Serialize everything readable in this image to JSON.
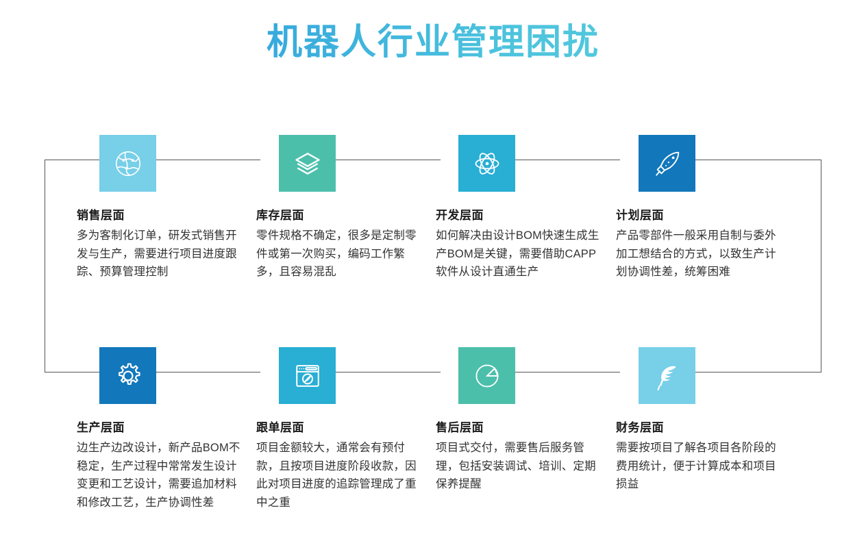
{
  "title": "机器人行业管理困扰",
  "colors": {
    "title_gradient_start": "#2a8fd4",
    "title_gradient_end": "#5ed3dd",
    "connector": "#555555",
    "heading_text": "#1a1a1a",
    "body_text": "#333333"
  },
  "cards": [
    {
      "id": "sales",
      "icon": "globe-network-icon",
      "icon_bg": "#77cfe8",
      "heading": "销售层面",
      "body": "多为客制化订单，研发式销售开发与生产，需要进行项目进度跟踪、预算管理控制"
    },
    {
      "id": "inventory",
      "icon": "layers-stack-icon",
      "icon_bg": "#4cbfab",
      "heading": "库存层面",
      "body": "零件规格不确定，很多是定制零件或第一次购买，编码工作繁多，且容易混乱"
    },
    {
      "id": "development",
      "icon": "atom-icon",
      "icon_bg": "#29aed4",
      "heading": "开发层面",
      "body": "如何解决由设计BOM快速生成生产BOM是关键，需要借助CAPP软件从设计直通生产"
    },
    {
      "id": "planning",
      "icon": "rocket-icon",
      "icon_bg": "#1277bb",
      "heading": "计划层面",
      "body": "产品零部件一般采用自制与委外加工想结合的方式，以致生产计划协调性差，统筹困难"
    },
    {
      "id": "production",
      "icon": "gear-icon",
      "icon_bg": "#1277bb",
      "heading": "生产层面",
      "body": "边生产边改设计，新产品BOM不稳定，生产过程中常常发生设计变更和工艺设计，需要追加材料和修改工艺，生产协调性差"
    },
    {
      "id": "order-tracking",
      "icon": "browser-window-icon",
      "icon_bg": "#29aed4",
      "heading": "跟单层面",
      "body": "项目金额较大，通常会有预付款，且按项目进度阶段收款，因此对项目进度的追踪管理成了重中之重"
    },
    {
      "id": "after-sales",
      "icon": "pie-chart-icon",
      "icon_bg": "#4cbfab",
      "heading": "售后层面",
      "body": "项目式交付，需要售后服务管理，包括安装调试、培训、定期保养提醒"
    },
    {
      "id": "finance",
      "icon": "feather-icon",
      "icon_bg": "#77cfe8",
      "heading": "财务层面",
      "body": "需要按项目了解各项目各阶段的费用统计，便于计算成本和项目损益"
    }
  ]
}
